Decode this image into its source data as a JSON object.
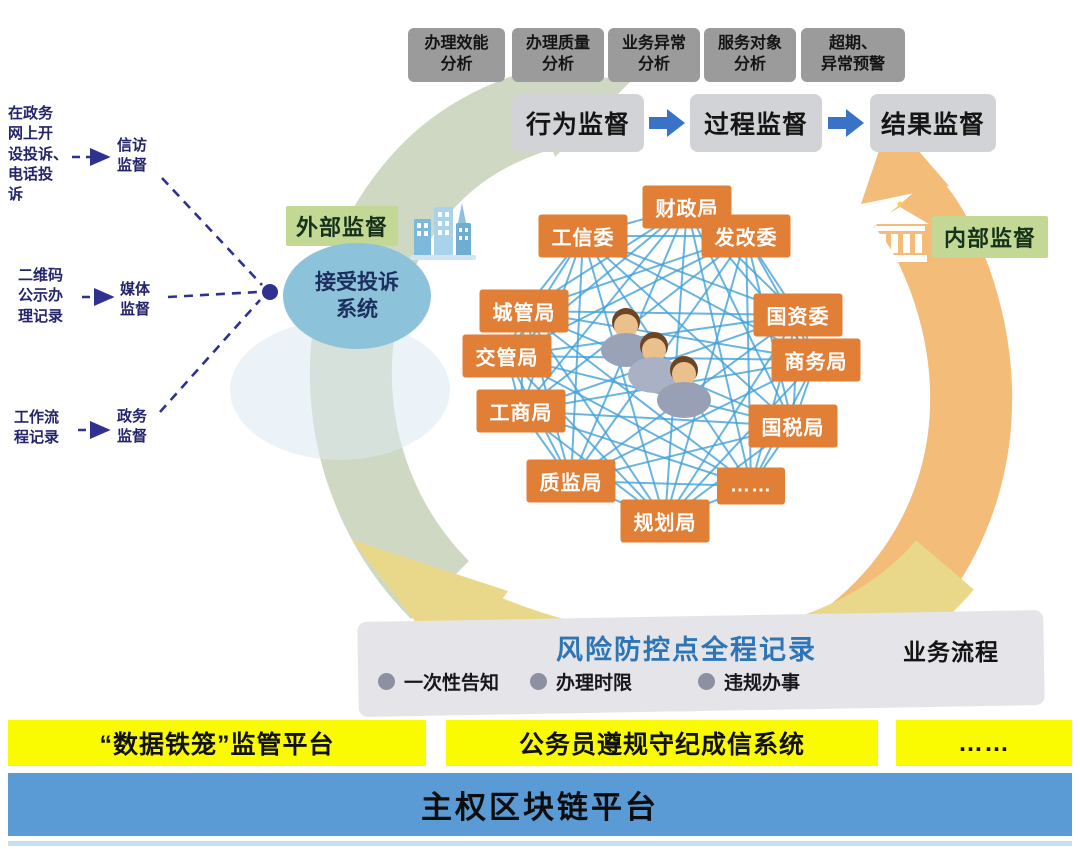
{
  "top_analysis": {
    "items": [
      {
        "label": "办理效能\n分析"
      },
      {
        "label": "办理质量\n分析"
      },
      {
        "label": "业务异常\n分析"
      },
      {
        "label": "服务对象\n分析"
      },
      {
        "label": "超期、\n异常预警"
      }
    ]
  },
  "supervision_flow": {
    "steps": [
      {
        "label": "行为监督"
      },
      {
        "label": "过程监督"
      },
      {
        "label": "结果监督"
      }
    ]
  },
  "external": {
    "label": "外部监督",
    "system": "接受投诉\n系统",
    "sources": [
      {
        "text": "在政务\n网上开\n设投诉、\n电话投\n诉",
        "channel": "信访\n监督"
      },
      {
        "text": "二维码\n公示办\n理记录",
        "channel": "媒体\n监督"
      },
      {
        "text": "工作流\n程记录",
        "channel": "政务\n监督"
      }
    ]
  },
  "internal": {
    "label": "内部监督"
  },
  "network": {
    "nodes": [
      {
        "label": "财政局"
      },
      {
        "label": "工信委"
      },
      {
        "label": "发改委"
      },
      {
        "label": "城管局"
      },
      {
        "label": "国资委"
      },
      {
        "label": "交管局"
      },
      {
        "label": "商务局"
      },
      {
        "label": "工商局"
      },
      {
        "label": "国税局"
      },
      {
        "label": "质监局"
      },
      {
        "label": "……"
      },
      {
        "label": "规划局"
      }
    ]
  },
  "process_banner": {
    "title": "风险防控点全程记录",
    "right_label": "业务流程",
    "bullets": [
      {
        "label": "一次性告知"
      },
      {
        "label": "办理时限"
      },
      {
        "label": "违规办事"
      }
    ]
  },
  "platforms": [
    {
      "label": "“数据铁笼”监管平台"
    },
    {
      "label": "公务员遵规守纪成信系统"
    },
    {
      "label": "……"
    }
  ],
  "base_platform": {
    "label": "主权区块链平台"
  },
  "colors": {
    "node_orange": "#e07f35",
    "platform_yellow": "#fafa00",
    "platform_blue": "#5b9bd5",
    "banner_title_blue": "#2e75b6",
    "green_label": "#c3d894",
    "system_ellipse_blue": "#8cc3da",
    "network_line_blue": "#45a2d9",
    "flow_arrow_blue": "#3a72c8",
    "dashed_line_navy": "#2f3190",
    "arc_green": "#cfd8c2",
    "arc_orange": "#f3bc79",
    "arc_yellow": "#ead88a"
  }
}
